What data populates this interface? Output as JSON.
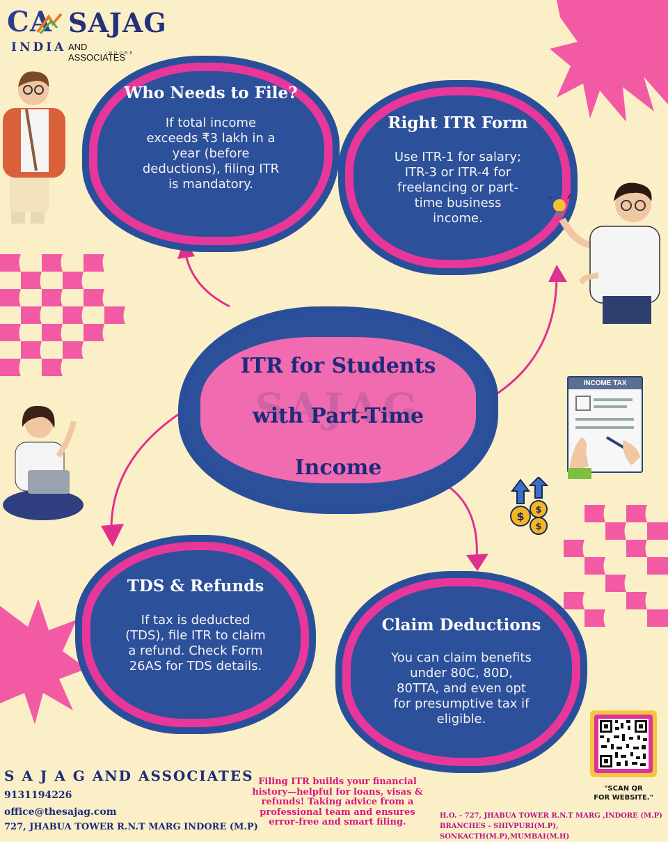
{
  "logo": {
    "mark": "CA",
    "name": "SAJAG",
    "country": "INDIA",
    "suffix": "AND ASSOCIATES",
    "city": "INDORE"
  },
  "center": {
    "title_line1": "ITR for Students",
    "title_line2": "with Part-Time",
    "title_line3": "Income"
  },
  "cards": {
    "who": {
      "title": "Who Needs to File?",
      "lines": [
        "If total income",
        "exceeds ₹3 lakh in a",
        "year (before",
        "deductions), filing ITR",
        "is mandatory."
      ]
    },
    "form": {
      "title": "Right ITR Form",
      "lines": [
        "Use ITR-1 for salary;",
        "ITR-3 or ITR-4 for",
        "freelancing or part-",
        "time business",
        "income."
      ]
    },
    "tds": {
      "title": "TDS & Refunds",
      "lines": [
        "If tax is deducted",
        "(TDS), file ITR to claim",
        "a refund. Check Form",
        "26AS for TDS details."
      ]
    },
    "claim": {
      "title": "Claim Deductions",
      "lines": [
        "You can claim benefits",
        "under 80C, 80D,",
        "80TTA, and even opt",
        "for presumptive tax if",
        "eligible."
      ]
    }
  },
  "income_tax_doc": {
    "header": "INCOME TAX"
  },
  "footer": {
    "company": "S A J A G AND ASSOCIATES",
    "phone": "9131194226",
    "email": "office@thesajag.com",
    "address": "727, JHABUA TOWER R.N.T MARG INDORE (M.P)",
    "message_lines": [
      "Filing ITR builds your financial",
      "history—helpful for loans, visas &",
      "refunds! Taking advice from a",
      "professional team and ensures",
      "error-free and smart filing."
    ],
    "ho": "H.O. - 727, JHABUA TOWER R.N.T MARG ,INDORE (M.P)",
    "branches": "BRANCHES - SHIVPURI(M.P), SONKACTH(M.P),MUMBAI(M.H)"
  },
  "qr": {
    "caption_line1": "\"SCAN QR",
    "caption_line2": "FOR  WEBSITE.\""
  },
  "colors": {
    "background": "#fbefc8",
    "navy": "#2d509b",
    "pink": "#e8379a",
    "center_fill": "#f06bb0",
    "title_navy": "#1e2b7a"
  }
}
